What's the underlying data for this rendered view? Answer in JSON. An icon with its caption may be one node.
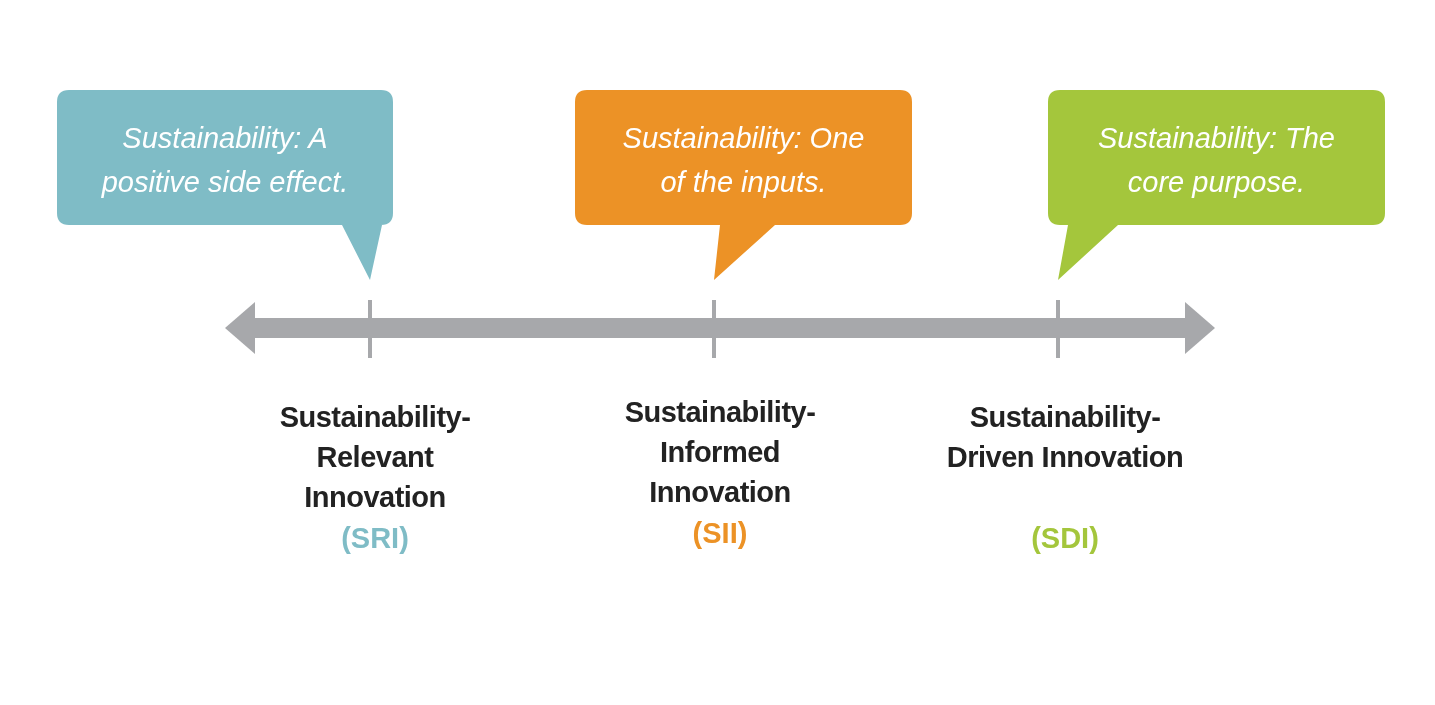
{
  "diagram": {
    "nodes": [
      {
        "text": [
          "Sustainability: A positive side effect."
        ]
      },
      {
        "text": [
          "Sustainability: One of the inputs."
        ]
      },
      {
        "text": [
          "Sustainability: The core purpose."
        ]
      }
    ],
    "labels": [
      "Sustainability-Relevant Innovation",
      "(SRI)",
      "Sustainability-Informed Innovation",
      "(SII)",
      "Sustainability-Driven Innovation",
      "(SDI)"
    ]
  }
}
